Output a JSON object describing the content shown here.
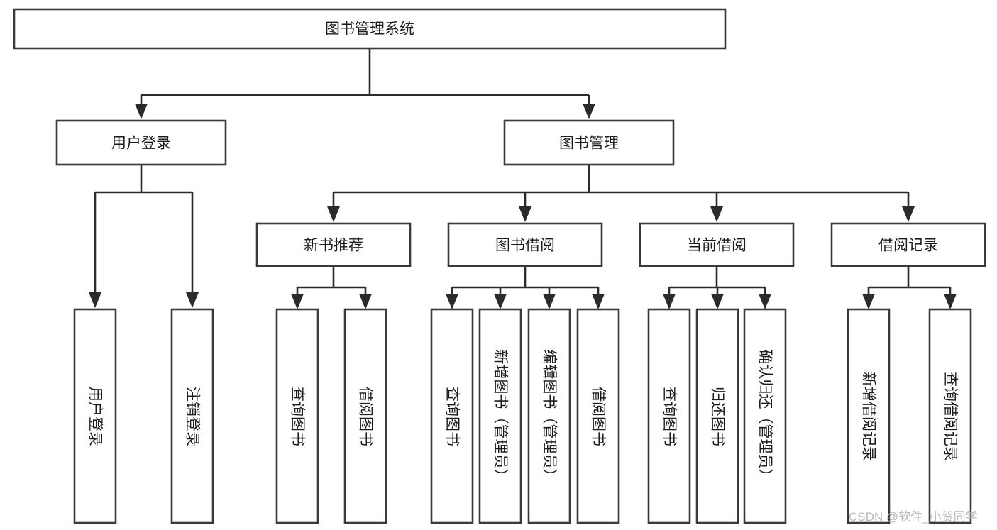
{
  "diagram": {
    "title": "图书管理系统",
    "type": "tree-hierarchy",
    "root": {
      "id": "root",
      "label": "图书管理系统"
    },
    "level2": [
      {
        "id": "user-login",
        "label": "用户登录"
      },
      {
        "id": "book-manage",
        "label": "图书管理"
      }
    ],
    "level3": [
      {
        "id": "new-book-rec",
        "label": "新书推荐",
        "parent": "book-manage"
      },
      {
        "id": "book-borrow",
        "label": "图书借阅",
        "parent": "book-manage"
      },
      {
        "id": "current-borrow",
        "label": "当前借阅",
        "parent": "book-manage"
      },
      {
        "id": "borrow-record",
        "label": "借阅记录",
        "parent": "book-manage"
      }
    ],
    "leaves": {
      "user-login": [
        {
          "id": "leaf-user-login",
          "label": "用户登录"
        },
        {
          "id": "leaf-logout",
          "label": "注销登录"
        }
      ],
      "new-book-rec": [
        {
          "id": "leaf-query-book-1",
          "label": "查询图书"
        },
        {
          "id": "leaf-borrow-book-1",
          "label": "借阅图书"
        }
      ],
      "book-borrow": [
        {
          "id": "leaf-query-book-2",
          "label": "查询图书"
        },
        {
          "id": "leaf-add-book",
          "label": "新增图书（管理员）"
        },
        {
          "id": "leaf-edit-book",
          "label": "编辑图书（管理员）"
        },
        {
          "id": "leaf-borrow-book-2",
          "label": "借阅图书"
        }
      ],
      "current-borrow": [
        {
          "id": "leaf-query-book-3",
          "label": "查询图书"
        },
        {
          "id": "leaf-return-book",
          "label": "归还图书"
        },
        {
          "id": "leaf-confirm-return",
          "label": "确认归还（管理员）"
        }
      ],
      "borrow-record": [
        {
          "id": "leaf-add-record",
          "label": "新增借阅记录"
        },
        {
          "id": "leaf-query-record",
          "label": "查询借阅记录"
        }
      ]
    },
    "colors": {
      "box_stroke": "#3a3a3a",
      "connector": "#2b2b2b",
      "background": "#ffffff",
      "text": "#1c1c1c",
      "watermark": "#b9b9b9"
    }
  },
  "watermark": {
    "text": "CSDN @软件_小贺同学"
  }
}
